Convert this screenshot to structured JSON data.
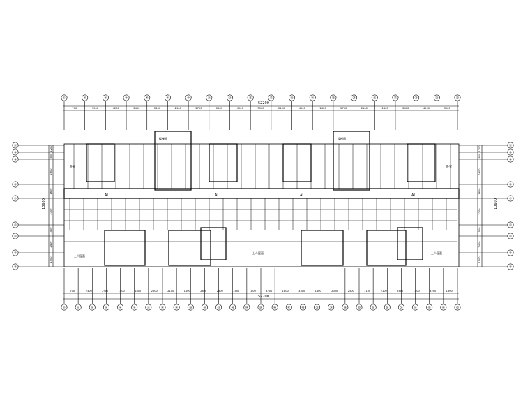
{
  "top_axes": [
    "①",
    "③",
    "⑤",
    "⑦",
    "⑧",
    "⑨",
    "⑩",
    "⑪",
    "⑬",
    "⑮",
    "⑰",
    "⑲",
    "㉑",
    "㉓",
    "㉔",
    "㉕",
    "㉗",
    "㉙",
    "㉛",
    "㉝"
  ],
  "top_dims": [
    "700",
    "3500",
    "4200",
    "2400",
    "2400",
    "2100",
    "2700",
    "2400",
    "4200",
    "3500",
    "2100",
    "4200",
    "2400",
    "2700",
    "2100",
    "2400",
    "2400",
    "4200",
    "3500"
  ],
  "top_total": "52200",
  "bottom_axes": [
    "①",
    "②",
    "④",
    "⑤",
    "⑥",
    "⑧",
    "⑪",
    "⑫",
    "⑭",
    "⑯",
    "⑱",
    "⑲",
    "⑳",
    "㉒",
    "㉔",
    "㉖",
    "㉗",
    "㉘",
    "㉚",
    "㉜",
    "㉞",
    "㉟",
    "㊱",
    "㊳",
    "㊴",
    "㊶",
    "㊷",
    "㊹",
    "㊺"
  ],
  "bottom_dims": [
    "700",
    "2300",
    "2900",
    "1400",
    "1800",
    "2500",
    "2100",
    "1100",
    "2600",
    "2600",
    "1400",
    "1800",
    "3200",
    "1800",
    "3300",
    "1400",
    "2300",
    "2500",
    "1100",
    "2100",
    "2800",
    "1400",
    "3200",
    "1600"
  ],
  "bottom_total": "52700",
  "left_axes": [
    "⑪",
    "⑩",
    "⑨",
    "⑧",
    "⑦",
    "⑥",
    "⑤",
    "④",
    "③"
  ],
  "left_dims": [
    "1200",
    "800",
    "2800",
    "1600",
    "2700",
    "1500",
    "2400",
    "1500"
  ],
  "left_total": "10600",
  "right_axes": [
    "⑪",
    "⑩",
    "⑨",
    "⑧",
    "⑦",
    "⑥",
    "⑤",
    "④",
    "③"
  ],
  "right_dims": [
    "1200",
    "800",
    "2800",
    "1600",
    "2700",
    "1500",
    "2400",
    "1500"
  ],
  "right_total": "10600",
  "panel_label": "AL",
  "stair_label": "楼梯间",
  "room_label": "卧室",
  "balcony_label": "上人屋面"
}
